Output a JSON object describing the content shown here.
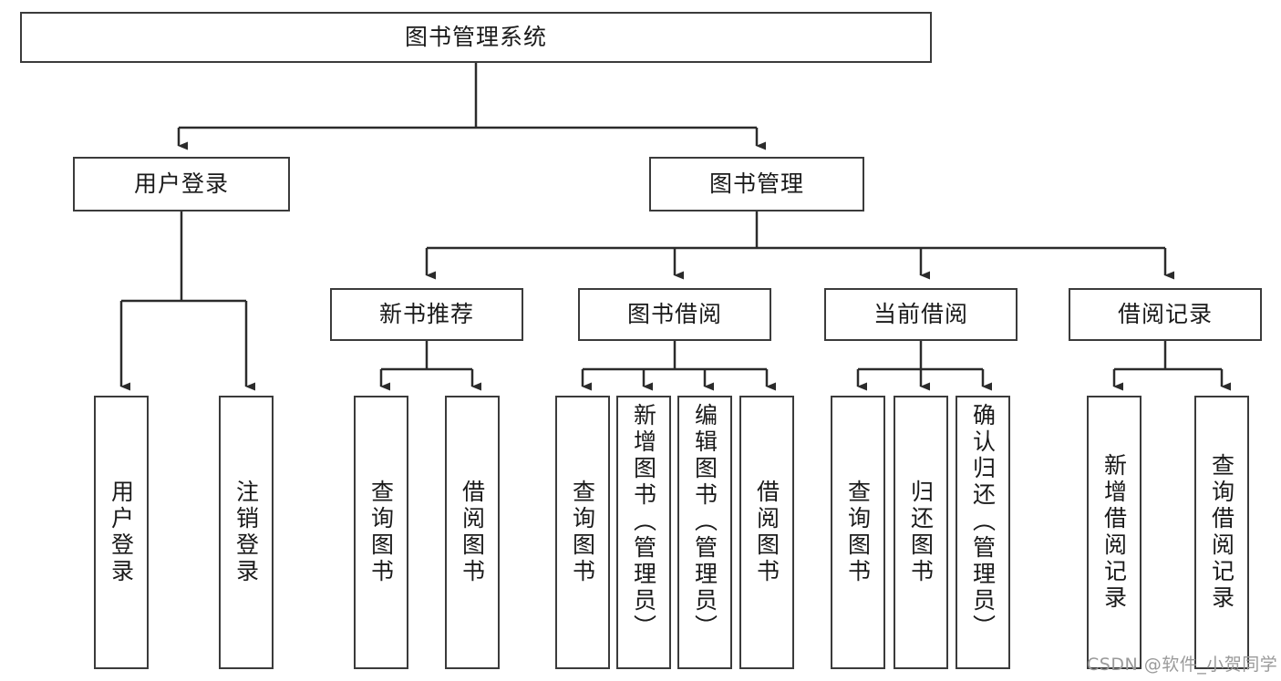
{
  "diagram": {
    "title": "图书管理系统",
    "watermark": "CSDN @软件_小贺同学",
    "stroke_color": "#3b3b3b",
    "text_color": "#1a1a1a",
    "background_color": "#ffffff",
    "watermark_color": "#9a9a9a"
  },
  "nodes": {
    "root": {
      "label": "图书管理系统"
    },
    "level1": [
      {
        "id": "user-login",
        "label": "用户登录"
      },
      {
        "id": "book-manage",
        "label": "图书管理"
      }
    ],
    "level2": [
      {
        "id": "new-book-recommend",
        "label": "新书推荐"
      },
      {
        "id": "book-borrow",
        "label": "图书借阅"
      },
      {
        "id": "current-borrow",
        "label": "当前借阅"
      },
      {
        "id": "borrow-record",
        "label": "借阅记录"
      }
    ],
    "leaves": {
      "user_login": [
        {
          "id": "leaf-user-login",
          "label": "用户登录"
        },
        {
          "id": "leaf-logout-login",
          "label": "注销登录"
        }
      ],
      "new_book_recommend": [
        {
          "id": "leaf-query-book-1",
          "label": "查询图书"
        },
        {
          "id": "leaf-borrow-book-1",
          "label": "借阅图书"
        }
      ],
      "book_borrow": [
        {
          "id": "leaf-query-book-2",
          "label": "查询图书"
        },
        {
          "id": "leaf-add-book",
          "label": "新增图书（管理员）"
        },
        {
          "id": "leaf-edit-book",
          "label": "编辑图书（管理员）"
        },
        {
          "id": "leaf-borrow-book-2",
          "label": "借阅图书"
        }
      ],
      "current_borrow": [
        {
          "id": "leaf-query-book-3",
          "label": "查询图书"
        },
        {
          "id": "leaf-return-book",
          "label": "归还图书"
        },
        {
          "id": "leaf-confirm-return",
          "label": "确认归还（管理员）"
        }
      ],
      "borrow_record": [
        {
          "id": "leaf-add-record",
          "label": "新增借阅记录"
        },
        {
          "id": "leaf-query-record",
          "label": "查询借阅记录"
        }
      ]
    }
  }
}
